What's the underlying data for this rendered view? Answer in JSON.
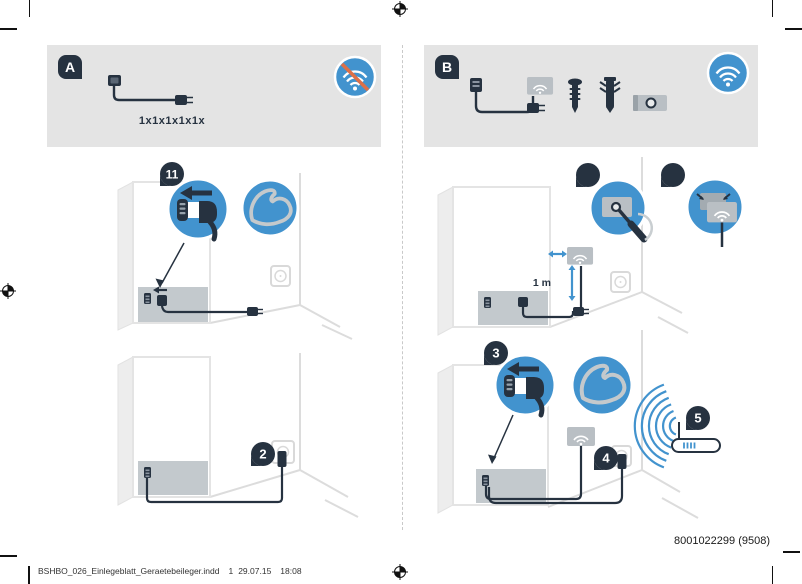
{
  "document": {
    "part_number": "8001022299 (9508)",
    "print_footer": {
      "file_name": "BSHBO_026_Einlegeblatt_Geraetebeileger.indd",
      "page_number": "1",
      "date": "29.07.15",
      "time": "18:08"
    }
  },
  "panel_a": {
    "label": "A",
    "quantity_text": "1x1x1x1x1x"
  },
  "panel_b": {
    "label": "B"
  },
  "steps": {
    "step_1": "11",
    "step_2": "2",
    "step_3": "3",
    "step_4": "4",
    "step_5": "5"
  },
  "labels": {
    "distance": "1 m"
  },
  "colors": {
    "accent_blue": "#4293ce",
    "navy": "#263240",
    "panel_gray": "#e4e4e4",
    "module_gray": "#b9bfc4",
    "slash_orange": "#dd7048"
  }
}
